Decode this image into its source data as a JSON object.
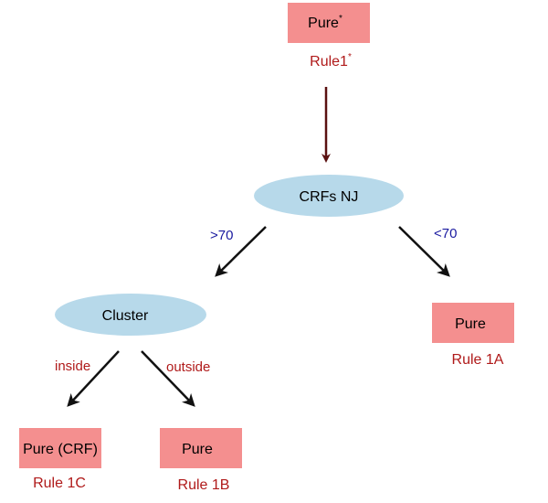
{
  "colors": {
    "box_fill": "#f48f8f",
    "ellipse_fill": "#b7d9ea",
    "rule_text": "#b01a1a",
    "blue_label": "#1a1aa0",
    "top_arrow": "#5a1010",
    "arrow": "#111111"
  },
  "nodes": {
    "root_box": {
      "label": "Pure",
      "mark": "*"
    },
    "root_rule": {
      "label": "Rule1",
      "mark": "*"
    },
    "crfs_nj": {
      "label": "CRFs NJ"
    },
    "cluster": {
      "label": "Cluster"
    },
    "rule_1a_box": {
      "label": "Pure"
    },
    "rule_1a": {
      "label": "Rule 1A"
    },
    "rule_1c_box": {
      "label": "Pure (CRF)"
    },
    "rule_1c": {
      "label": "Rule 1C"
    },
    "rule_1b_box": {
      "label": "Pure"
    },
    "rule_1b": {
      "label": "Rule 1B"
    }
  },
  "edges": {
    "gt70": ">70",
    "lt70": "<70",
    "inside": "inside",
    "outside": "outside"
  }
}
